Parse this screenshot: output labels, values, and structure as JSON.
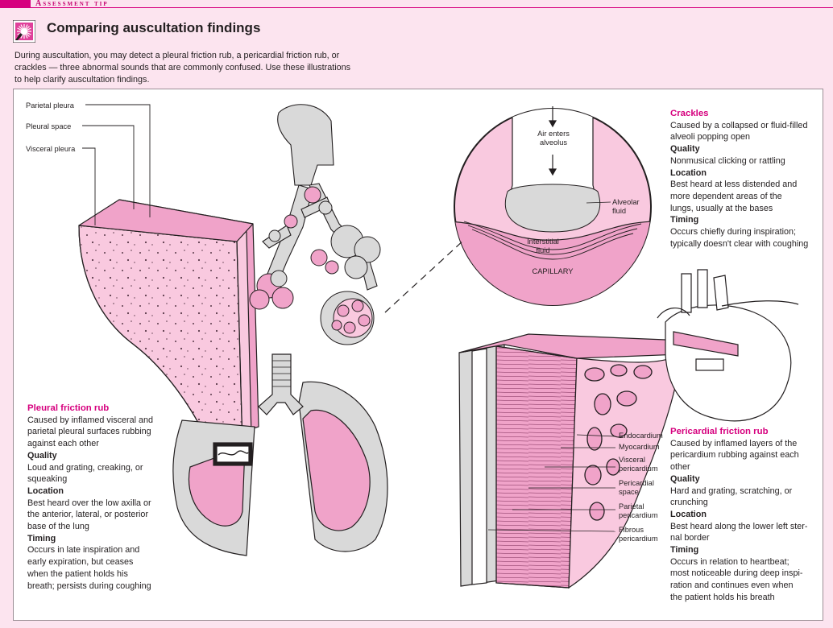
{
  "header": {
    "section_tag": "Assessment tip",
    "title": "Comparing auscultation findings",
    "intro": [
      "During auscultation, you may detect a pleural friction rub, a pericardial friction rub, or",
      "crackles — three abnormal sounds that are commonly confused. Use these illustrations",
      "to help clarify auscultation findings."
    ]
  },
  "icons": {
    "title_icon": "auscultation-burst-icon"
  },
  "colors": {
    "accent": "#d6007e",
    "background": "#fce4ef",
    "tissue_pink": "#f0a3c9",
    "light_pink": "#f9c9df",
    "gray_tissue": "#d9d9d9"
  },
  "diagram_labels": {
    "parietal_pleura": "Parietal pleura",
    "pleural_space": "Pleural space",
    "visceral_pleura": "Visceral pleura",
    "air_enters": [
      "Air enters",
      "alveolus"
    ],
    "alveolar_fluid": [
      "Alveolar",
      "fluid"
    ],
    "interstitial_fluid": [
      "Interstitial",
      "fluid"
    ],
    "capillary": "CAPILLARY",
    "endocardium": "Endocardium",
    "myocardium": "Myocardium",
    "visceral_pericardium": [
      "Visceral",
      "pericardium"
    ],
    "pericardial_space": [
      "Pericardial",
      "space"
    ],
    "parietal_pericardium": [
      "Parietal",
      "pericardium"
    ],
    "fibrous_pericardium": [
      "Fibrous",
      "pericardium"
    ]
  },
  "crackles": {
    "heading": "Crackles",
    "description": [
      "Caused by a collapsed or fluid-filled",
      "alveoli popping open"
    ],
    "quality_heading": "Quality",
    "quality": [
      "Nonmusical clicking or rattling"
    ],
    "location_heading": "Location",
    "location": [
      "Best heard at less distended and",
      "more dependent areas of the",
      "lungs, usually at the bases"
    ],
    "timing_heading": "Timing",
    "timing": [
      "Occurs chiefly during inspiration;",
      "typically doesn't clear with coughing"
    ]
  },
  "pleural": {
    "heading": "Pleural friction rub",
    "description": [
      "Caused by inflamed visceral and",
      "parietal pleural surfaces rubbing",
      "against each other"
    ],
    "quality_heading": "Quality",
    "quality": [
      "Loud and grating, creaking, or",
      "squeaking"
    ],
    "location_heading": "Location",
    "location": [
      "Best heard over the low axilla or",
      "the anterior, lateral, or posterior",
      "base of the lung"
    ],
    "timing_heading": "Timing",
    "timing": [
      "Occurs in late inspiration and",
      "early expiration, but ceases",
      "when the patient holds his",
      "breath; persists during coughing"
    ]
  },
  "pericardial": {
    "heading": "Pericardial friction rub",
    "description": [
      "Caused by inflamed layers of the",
      "pericardium rubbing against each",
      "other"
    ],
    "quality_heading": "Quality",
    "quality": [
      "Hard and grating, scratching, or",
      "crunching"
    ],
    "location_heading": "Location",
    "location": [
      "Best heard along the lower left ster-",
      "nal border"
    ],
    "timing_heading": "Timing",
    "timing": [
      "Occurs in relation to heartbeat;",
      "most noticeable during deep inspi-",
      "ration and continues even when",
      "the patient holds his breath"
    ]
  }
}
